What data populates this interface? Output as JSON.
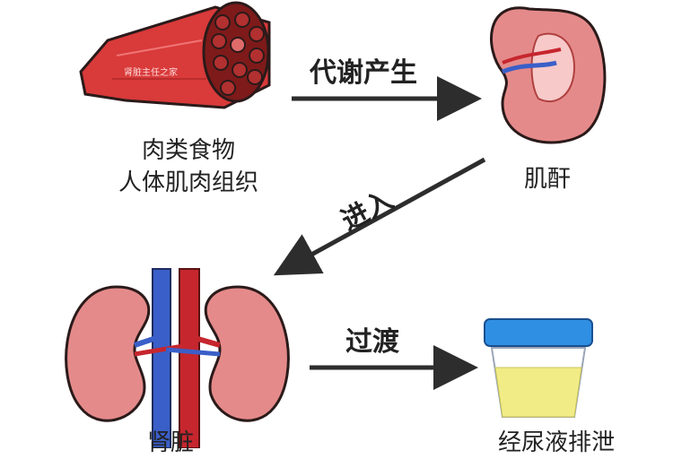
{
  "nodes": {
    "meat_line1": "肉类食物",
    "meat_line2": "人体肌肉组织",
    "creatinine": "肌酐",
    "kidney_label": "肾脏",
    "urine_label": "经尿液排泄"
  },
  "arrows": {
    "metabolism": "代谢产生",
    "enter": "进入",
    "filter": "过渡"
  },
  "watermark": {
    "brand": "肾脏主任之家"
  },
  "colors": {
    "muscle": "#d93a3a",
    "kidney": "#e58a8a",
    "artery": "#c6262e",
    "vein": "#3a5fc8",
    "urine": "#f1ec86",
    "cup_lid": "#2f8fe3",
    "arrow": "#2d2d2d"
  }
}
